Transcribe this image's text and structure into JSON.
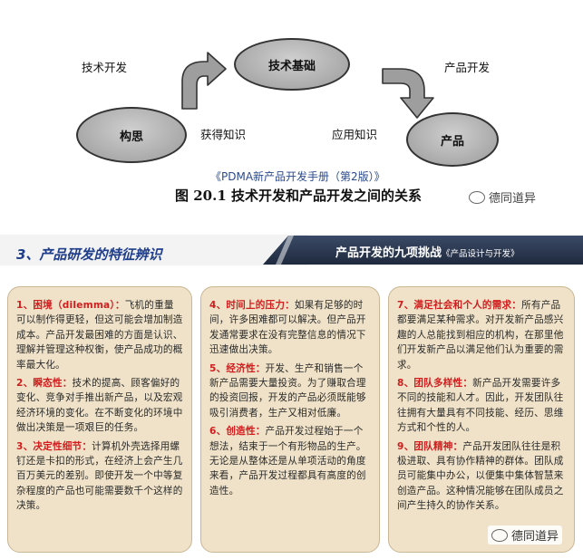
{
  "diagram": {
    "nodes": {
      "idea": "构思",
      "tech_base": "技术基础",
      "product": "产品"
    },
    "labels": {
      "tech_dev": "技术开发",
      "product_dev": "产品开发",
      "gain_knowledge": "获得知识",
      "apply_knowledge": "应用知识"
    },
    "caption_source": "《PDMA新产品开发手册（第2版）》",
    "caption_title": "图 20.1   技术开发和产品开发之间的关系",
    "watermark": "德同道异"
  },
  "banner": {
    "section_title": "3、产品研发的特征辨识",
    "title": "产品开发的九项挑战",
    "subtitle": "《产品设计与开发》"
  },
  "panels": [
    {
      "items": [
        {
          "head": "1、困境（dilemma）：",
          "body": "飞机的重量可以制作得更轻，但这可能会增加制造成本。产品开发最困难的方面是认识、理解并管理这种权衡，使产品成功的概率最大化。"
        },
        {
          "head": "2、瞬态性：",
          "body": "技术的提高、顾客偏好的变化、竞争对手推出新产品，以及宏观经济环境的变化。在不断变化的环境中做出决策是一项艰巨的任务。"
        },
        {
          "head": "3、决定性细节：",
          "body": "计算机外壳选择用螺钉还是卡扣的形式，在经济上会产生几百万美元的差别。即使开发一个中等复杂程度的产品也可能需要数千个这样的决策。"
        }
      ]
    },
    {
      "items": [
        {
          "head": "4、时间上的压力：",
          "body": "如果有足够的时间，许多困难都可以解决。但产品开发通常要求在没有完整信息的情况下迅速做出决策。"
        },
        {
          "head": "5、经济性：",
          "body": "开发、生产和销售一个新产品需要大量投资。为了赚取合理的投资回报，开发的产品必须既能够吸引消费者，生产又相对低廉。"
        },
        {
          "head": "6、创造性：",
          "body": "产品开发过程始于一个想法，结束于一个有形物品的生产。无论是从整体还是从单项活动的角度来看，产品开发过程都具有高度的创造性。"
        }
      ]
    },
    {
      "items": [
        {
          "head": "7、满足社会和个人的需求：",
          "body": "所有产品都要满足某种需求。对开发新产品感兴趣的人总能找到相应的机构，在那里他们开发新产品以满足他们认为重要的需求。"
        },
        {
          "head": "8、团队多样性：",
          "body": "新产品开发需要许多不同的技能和人才。因此，开发团队往往拥有大量具有不同技能、经历、思维方式和个性的人。"
        },
        {
          "head": "9、团队精神：",
          "body": "产品开发团队往往是积极进取、具有协作精神的群体。团队成员可能集中办公，以便集中集体智慧来创造产品。这种情况能够在团队成员之间产生持久的协作关系。"
        }
      ]
    }
  ],
  "colors": {
    "accent_blue": "#1e3d8a",
    "head_red": "#d11d1d",
    "panel_bg": "#efe2c8",
    "banner_dark": "#2b3a55"
  }
}
